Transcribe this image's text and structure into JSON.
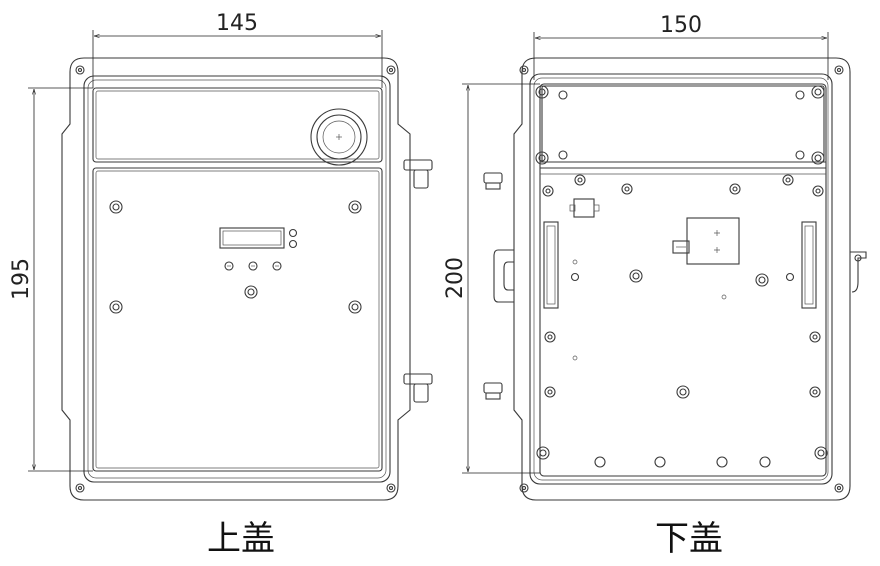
{
  "top_cover": {
    "label": "上盖",
    "width_dim": "145",
    "height_dim": "195"
  },
  "bottom_cover": {
    "label": "下盖",
    "width_dim": "150",
    "height_dim": "200"
  }
}
